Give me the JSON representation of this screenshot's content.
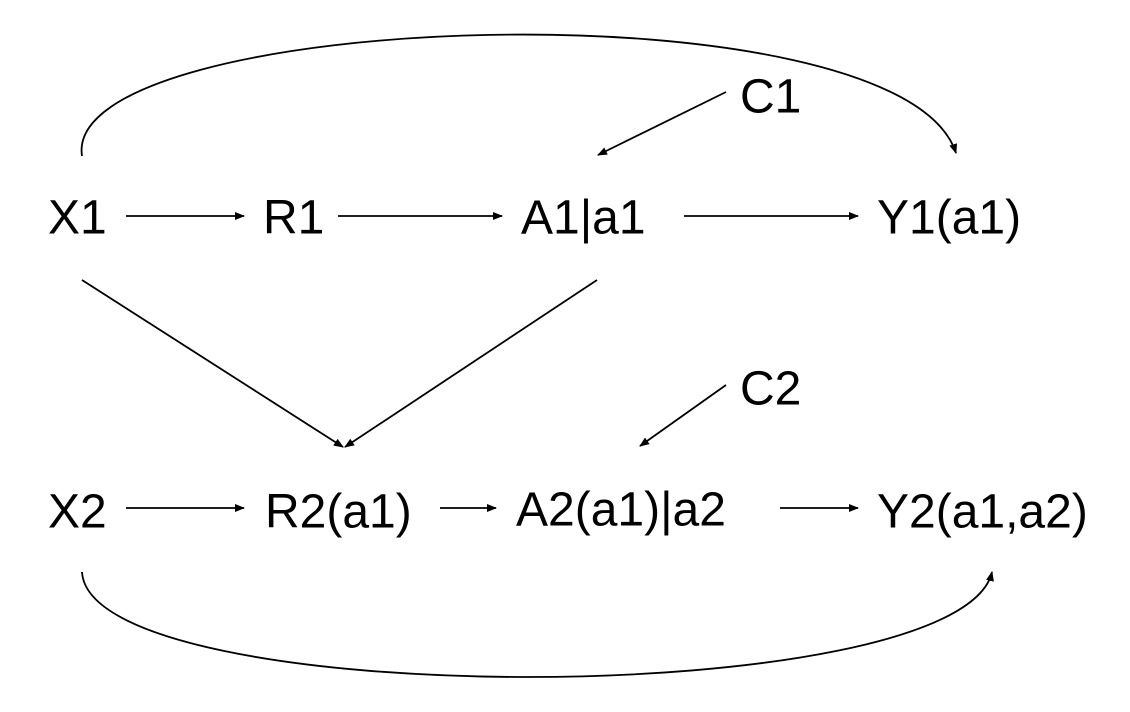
{
  "diagram": {
    "nodes": {
      "x1": "X1",
      "r1": "R1",
      "a1": "A1|a1",
      "y1": "Y1(a1)",
      "c1": "C1",
      "x2": "X2",
      "r2": "R2(a1)",
      "a2": "A2(a1)|a2",
      "y2": "Y2(a1,a2)",
      "c2": "C2"
    },
    "edges": [
      {
        "from": "X1",
        "to": "R1"
      },
      {
        "from": "R1",
        "to": "A1|a1"
      },
      {
        "from": "A1|a1",
        "to": "Y1(a1)"
      },
      {
        "from": "C1",
        "to": "A1|a1"
      },
      {
        "from": "X1",
        "to": "Y1(a1)"
      },
      {
        "from": "X1",
        "to": "R2(a1)"
      },
      {
        "from": "A1|a1",
        "to": "R2(a1)"
      },
      {
        "from": "X2",
        "to": "R2(a1)"
      },
      {
        "from": "R2(a1)",
        "to": "A2(a1)|a2"
      },
      {
        "from": "A2(a1)|a2",
        "to": "Y2(a1,a2)"
      },
      {
        "from": "C2",
        "to": "A2(a1)|a2"
      },
      {
        "from": "X2",
        "to": "Y2(a1,a2)"
      }
    ],
    "colors": {
      "stroke": "#000000",
      "text": "#000000",
      "background": "#ffffff"
    }
  }
}
